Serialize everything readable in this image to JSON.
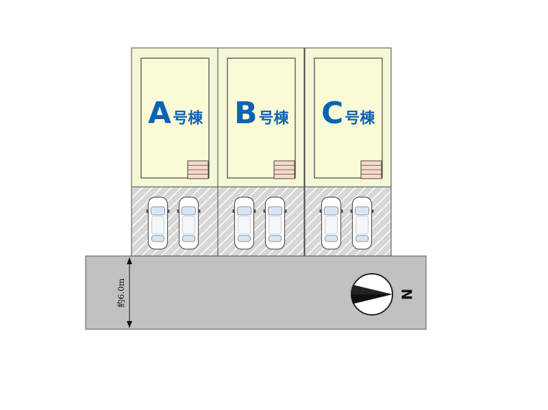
{
  "site_plan": {
    "lots": [
      {
        "letter": "A",
        "suffix": "号棟",
        "parking_spaces": 2
      },
      {
        "letter": "B",
        "suffix": "号棟",
        "parking_spaces": 2
      },
      {
        "letter": "C",
        "suffix": "号棟",
        "parking_spaces": 2
      }
    ],
    "road": {
      "width_label": "約6.0m"
    },
    "compass": {
      "label": "N",
      "icon": "north-arrow-icon"
    },
    "colors": {
      "lot_fill": "#f5f7d7",
      "building_fill": "#fbfad6",
      "outline": "#444444",
      "label_blue": "#0a63b4",
      "road_fill": "#bfc2c3",
      "parking_fill": "#d7d7d7",
      "stairs_fill": "#f6d9c6"
    }
  }
}
